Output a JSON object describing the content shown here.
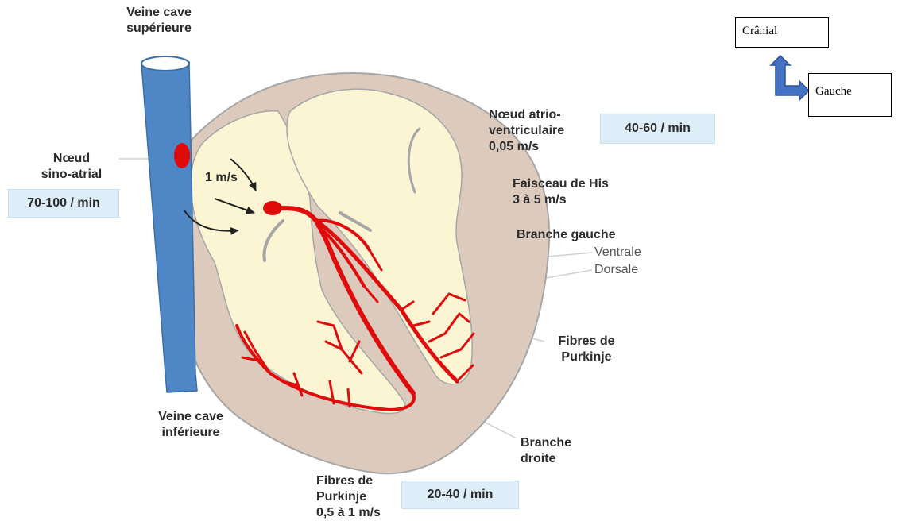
{
  "labels": {
    "svc": [
      "Veine cave",
      "supérieure"
    ],
    "sa_node": [
      "Nœud",
      "sino-atrial"
    ],
    "sa_rate": "70-100 / min",
    "speed": "1 m/s",
    "av_node": [
      "Nœud atrio-",
      "ventriculaire",
      "0,05 m/s"
    ],
    "av_rate": "40-60 / min",
    "his": [
      "Faisceau de His",
      "3 à 5 m/s"
    ],
    "left_branch": "Branche gauche",
    "ventral": "Ventrale",
    "dorsal": "Dorsale",
    "purkinje_right": [
      "Fibres de",
      "Purkinje"
    ],
    "ivc": [
      "Veine cave",
      "inférieure"
    ],
    "right_branch": [
      "Branche",
      "droite"
    ],
    "purkinje_bottom": [
      "Fibres de",
      "Purkinje",
      "0,5 à 1 m/s"
    ],
    "purkinje_rate": "20-40 / min"
  },
  "orientation": {
    "cranial": "Crânial",
    "left": "Gauche"
  },
  "colors": {
    "vein": "#4f87c6",
    "heart_wall": "#dccbbd",
    "chamber": "#fbf5d4",
    "conduction": "#e00c0c",
    "rate_box": "#ddeef8",
    "arrow": "#4472c4"
  }
}
